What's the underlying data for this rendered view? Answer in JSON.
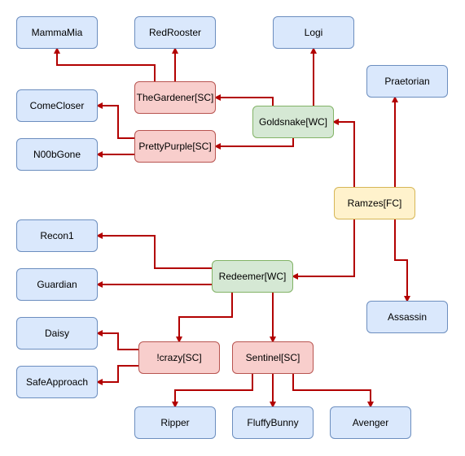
{
  "colors": {
    "leaf_fill": "#dae8fc",
    "leaf_border": "#6c8ebf",
    "sc_fill": "#f8cecc",
    "sc_border": "#b85450",
    "wc_fill": "#d5e8d4",
    "wc_border": "#82b366",
    "fc_fill": "#fff2cc",
    "fc_border": "#d6b656",
    "edge": "#b20000"
  },
  "nodes": {
    "mammamia": "MammaMia",
    "redrooster": "RedRooster",
    "logi": "Logi",
    "praetorian": "Praetorian",
    "thegardener": "TheGardener[SC]",
    "comecloser": "ComeCloser",
    "goldsnake": "Goldsnake[WC]",
    "prettypurple": "PrettyPurple[SC]",
    "n00bgone": "N00bGone",
    "ramzes": "Ramzes[FC]",
    "recon1": "Recon1",
    "redeemer": "Redeemer[WC]",
    "guardian": "Guardian",
    "assassin": "Assassin",
    "daisy": "Daisy",
    "crazy": "!crazy[SC]",
    "sentinel": "Sentinel[SC]",
    "safeapproach": "SafeApproach",
    "ripper": "Ripper",
    "fluffybunny": "FluffyBunny",
    "avenger": "Avenger"
  },
  "edges": [
    {
      "from": "ramzes",
      "to": "goldsnake"
    },
    {
      "from": "ramzes",
      "to": "praetorian"
    },
    {
      "from": "ramzes",
      "to": "redeemer"
    },
    {
      "from": "ramzes",
      "to": "assassin"
    },
    {
      "from": "goldsnake",
      "to": "logi"
    },
    {
      "from": "goldsnake",
      "to": "thegardener"
    },
    {
      "from": "goldsnake",
      "to": "prettypurple"
    },
    {
      "from": "thegardener",
      "to": "mammamia"
    },
    {
      "from": "thegardener",
      "to": "redrooster"
    },
    {
      "from": "prettypurple",
      "to": "comecloser"
    },
    {
      "from": "prettypurple",
      "to": "n00bgone"
    },
    {
      "from": "redeemer",
      "to": "recon1"
    },
    {
      "from": "redeemer",
      "to": "guardian"
    },
    {
      "from": "redeemer",
      "to": "crazy"
    },
    {
      "from": "redeemer",
      "to": "sentinel"
    },
    {
      "from": "crazy",
      "to": "daisy"
    },
    {
      "from": "crazy",
      "to": "safeapproach"
    },
    {
      "from": "sentinel",
      "to": "ripper"
    },
    {
      "from": "sentinel",
      "to": "fluffybunny"
    },
    {
      "from": "sentinel",
      "to": "avenger"
    }
  ]
}
